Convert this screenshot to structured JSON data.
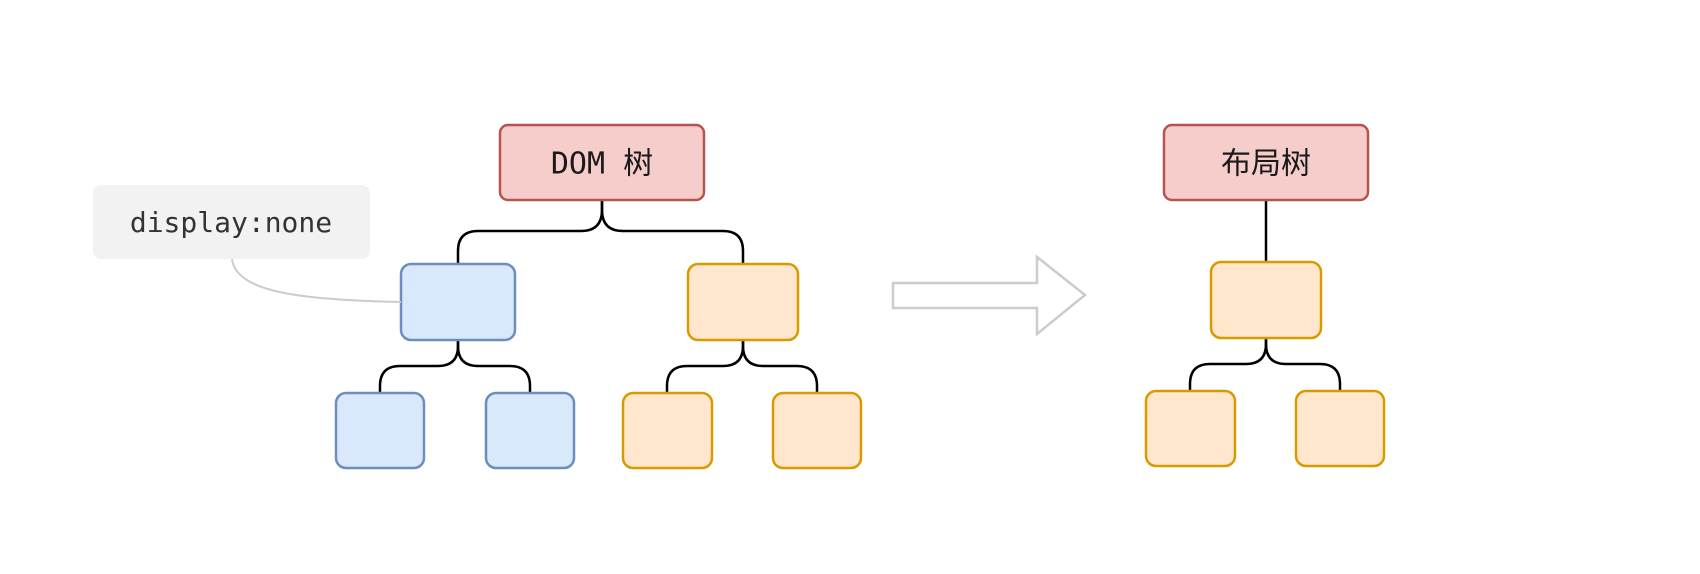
{
  "dom_tree": {
    "root_label": "DOM 树"
  },
  "layout_tree": {
    "root_label": "布局树"
  },
  "annotation": {
    "text": "display:none"
  },
  "colors": {
    "root_fill": "#f5cdcb",
    "root_stroke": "#b85450",
    "hidden_fill": "#dae8fc",
    "hidden_stroke": "#6c8ebf",
    "visible_fill": "#ffe6cc",
    "visible_stroke": "#d79b00",
    "note_fill": "#f2f2f2",
    "arrow_stroke": "#cccccc",
    "edge_stroke": "#000000"
  }
}
